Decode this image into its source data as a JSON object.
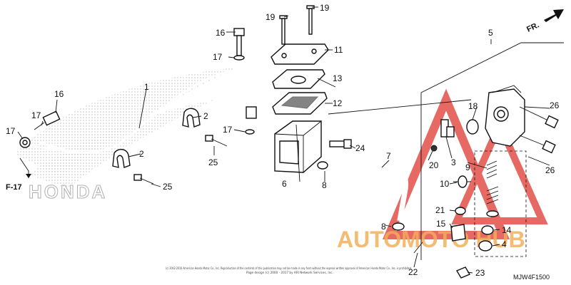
{
  "diagram": {
    "fr_label": "FR.",
    "ref_label": "F-17",
    "diagram_code": "MJW4F1500",
    "copyright_line1": "(c) 2002-2016 American Honda Motor Co., Inc. Reproduction of the contents of this publication may not be made in any form without the express written approval of American Honda Motor Co., Inc. is prohibited.",
    "copyright_line2": "Page design (c) 2000 - 2017 by ARI Network Services, Inc.",
    "watermark_brand": "HONDA",
    "watermark_logo_text": "AUTOMOTO HUB",
    "callouts": [
      "1",
      "2",
      "2",
      "3",
      "4",
      "5",
      "6",
      "7",
      "8",
      "8",
      "9",
      "10",
      "11",
      "12",
      "13",
      "14",
      "15",
      "16",
      "16",
      "17",
      "17",
      "17",
      "17",
      "18",
      "19",
      "19",
      "20",
      "21",
      "22",
      "23",
      "24",
      "25",
      "25",
      "26",
      "26"
    ]
  }
}
